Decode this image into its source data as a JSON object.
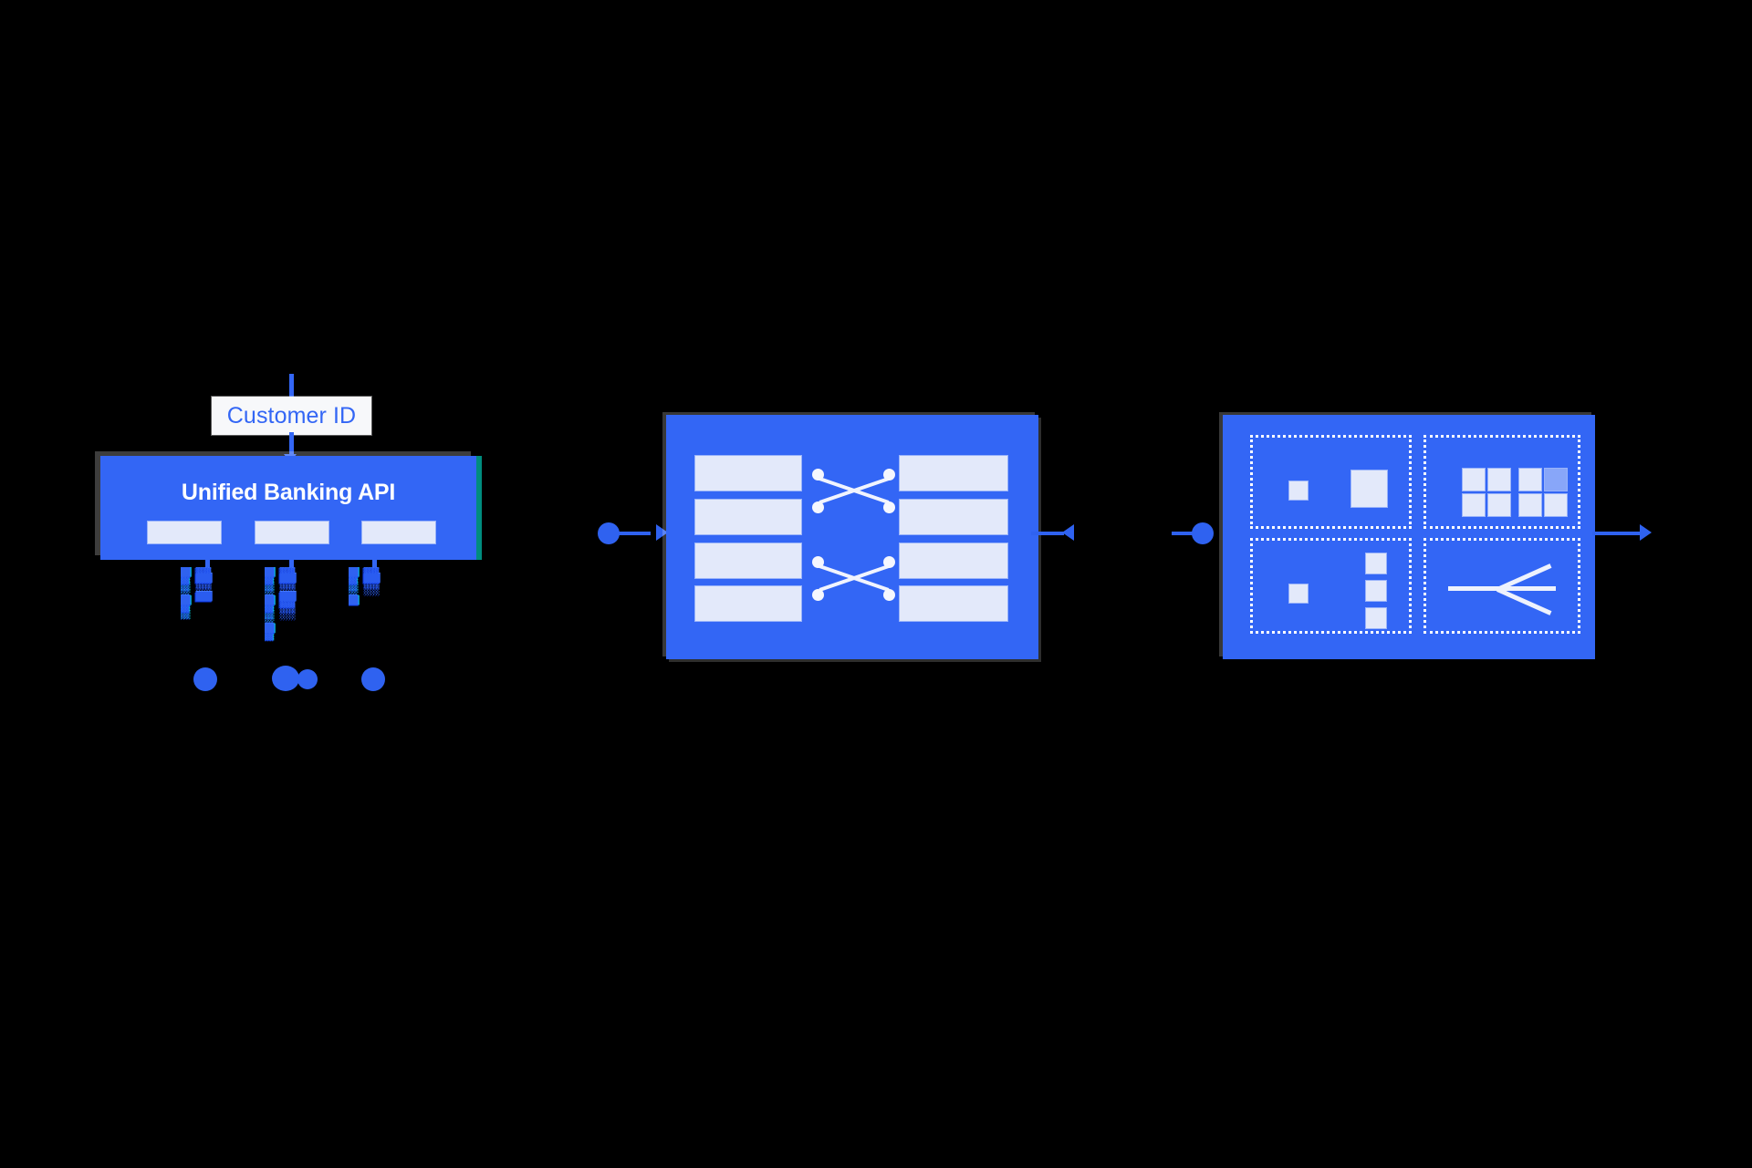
{
  "canvas": {
    "background": "#000000",
    "accent_blue": "#3366F5",
    "light_fill": "#E3E9FA",
    "label_fill": "#F7F8FA",
    "cyan_edge": "#00E7E6"
  },
  "left_group": {
    "input_label": {
      "text": "Customer ID",
      "icon": "downward-connector-arrow",
      "color": "#3366F5"
    },
    "api_box": {
      "title": "Unified Banking API",
      "title_color": "#FFFFFF",
      "bars": [
        "",
        "",
        ""
      ],
      "bar_count": 3
    },
    "outputs": [
      {
        "glitch_a": "█▓▒░█▓▒",
        "glitch_b": "▓█▒░█",
        "blob": "blob-glyph"
      },
      {
        "glitch_a": "█▓▒░█▓▒░█▓",
        "glitch_b": "▓█▒░█▓▒░",
        "blob": "blob-glyph"
      },
      {
        "glitch_a": "█▓▒░█",
        "glitch_b": "▓█▒░",
        "blob": "blob-glyph"
      }
    ]
  },
  "connectors": [
    {
      "name": "api-to-mapping",
      "icon": "dot-line-arrow-right",
      "direction": "right"
    },
    {
      "name": "mapping-to-catalog",
      "icon": "arrow-left-dot-line",
      "direction": "both"
    },
    {
      "name": "catalog-outbound",
      "icon": "line-arrow-right",
      "direction": "right"
    }
  ],
  "mapping_panel": {
    "left_bars": [
      "",
      "",
      "",
      ""
    ],
    "right_bars": [
      "",
      "",
      "",
      ""
    ],
    "crossings": [
      {
        "name": "cross-top",
        "nodes": 4,
        "lines": 2
      },
      {
        "name": "cross-bottom",
        "nodes": 4,
        "lines": 2
      }
    ]
  },
  "catalog_panel": {
    "quadrants": [
      {
        "name": "quadrant-squares",
        "items": [
          "small-square-icon",
          "large-square-icon"
        ]
      },
      {
        "name": "quadrant-grids",
        "items": [
          "grid-2x2-icon",
          "grid-2x2-icon-dimmed-cell"
        ]
      },
      {
        "name": "quadrant-stack",
        "items": [
          "small-square-icon",
          "vertical-stack-icon"
        ]
      },
      {
        "name": "quadrant-merge",
        "items": [
          "merge-fan-icon"
        ]
      }
    ]
  }
}
